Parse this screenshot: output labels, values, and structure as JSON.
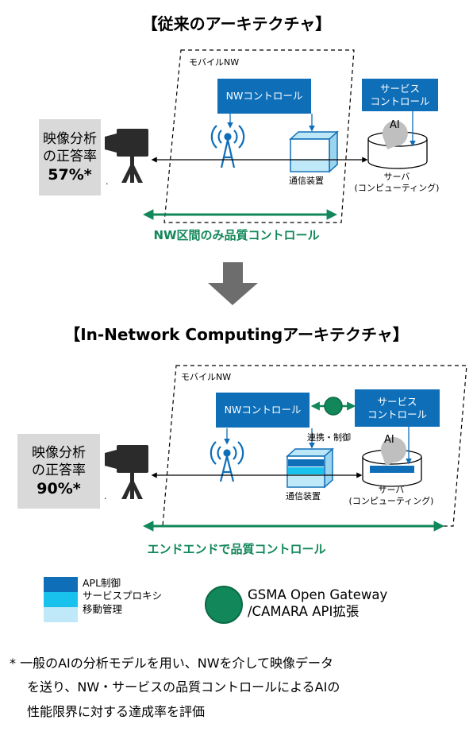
{
  "top": {
    "title": "【従来のアーキテクチャ】",
    "mobile_nw_label": "モバイルNW",
    "nw_control": "NWコントロール",
    "service_control": "サービス\nコントロール",
    "accuracy_label_1": "映像分析",
    "accuracy_label_2": "の正答率",
    "accuracy_value": "57%*",
    "dot": ".",
    "comm_device": "通信装置",
    "ai_label": "AI",
    "server_line1": "サーバ",
    "server_line2": "(コンピューティング)",
    "quality_caption": "NW区間のみ品質コントロール"
  },
  "bottom": {
    "title": "【In-Network Computingアーキテクチャ】",
    "mobile_nw_label": "モバイルNW",
    "nw_control": "NWコントロール",
    "service_control": "サービス\nコントロール",
    "coordination": "連携・制御",
    "accuracy_label_1": "映像分析",
    "accuracy_label_2": "の正答率",
    "accuracy_value": "90%*",
    "dot": ".",
    "comm_device": "通信装置",
    "ai_label": "AI",
    "server_line1": "サーバ",
    "server_line2": "(コンピューティング)",
    "quality_caption": "エンドエンドで品質コントロール"
  },
  "legend": {
    "items": [
      "APL制御",
      "サービスプロキシ",
      "移動管理"
    ],
    "colors": [
      "#0e6eb8",
      "#19c2ec",
      "#bfe8f8"
    ],
    "gsma_line1": "GSMA Open Gateway",
    "gsma_line2": "/CAMARA API拡張",
    "gsma_color": "#12875a"
  },
  "footnote": {
    "line1": "* 一般のAIの分析モデルを用い、NWを介して映像データ",
    "line2": "を送り、NW・サービスの品質コントロールによるAIの",
    "line3": "性能限界に対する達成率を評価"
  },
  "colors": {
    "nw_blue": "#0e6eb8",
    "accent_green": "#12875a",
    "accuracy_box": "#d9d9d9",
    "arrow_gray": "#6d6d6d"
  }
}
